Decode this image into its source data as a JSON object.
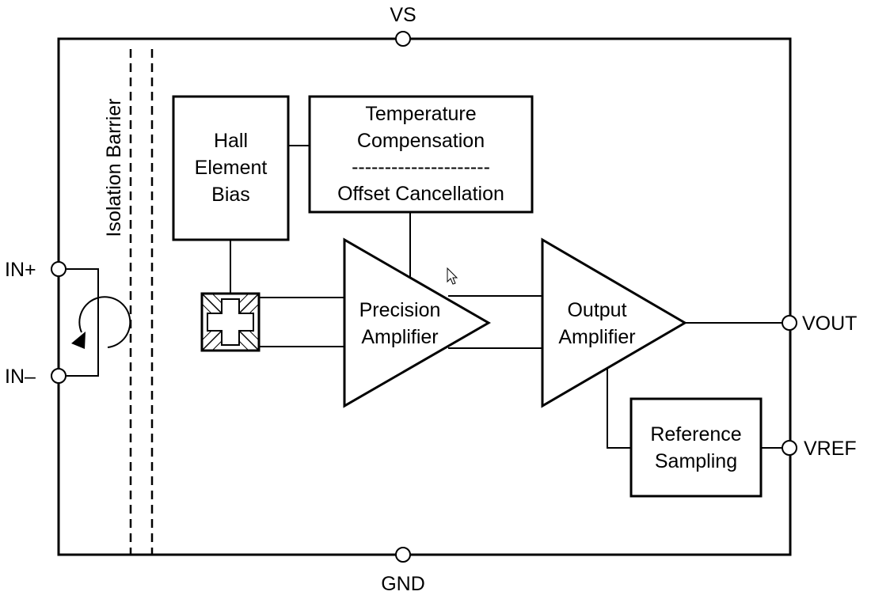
{
  "pins": {
    "vs": "VS",
    "gnd": "GND",
    "in_plus": "IN+",
    "in_minus": "IN–",
    "vout": "VOUT",
    "vref": "VREF"
  },
  "barrier": {
    "label": "Isolation Barrier"
  },
  "blocks": {
    "hall_bias": {
      "line1": "Hall",
      "line2": "Element",
      "line3": "Bias"
    },
    "temp_comp": {
      "line1": "Temperature",
      "line2": "Compensation",
      "divider": "---------------------",
      "line3": "Offset Cancellation"
    },
    "precision_amp": {
      "line1": "Precision",
      "line2": "Amplifier"
    },
    "output_amp": {
      "line1": "Output",
      "line2": "Amplifier"
    },
    "reference": {
      "line1": "Reference",
      "line2": "Sampling"
    }
  },
  "icons": {
    "hall": "hall-sensor-icon",
    "current_loop": "current-loop-arrow-icon",
    "cursor": "mouse-cursor-icon"
  }
}
